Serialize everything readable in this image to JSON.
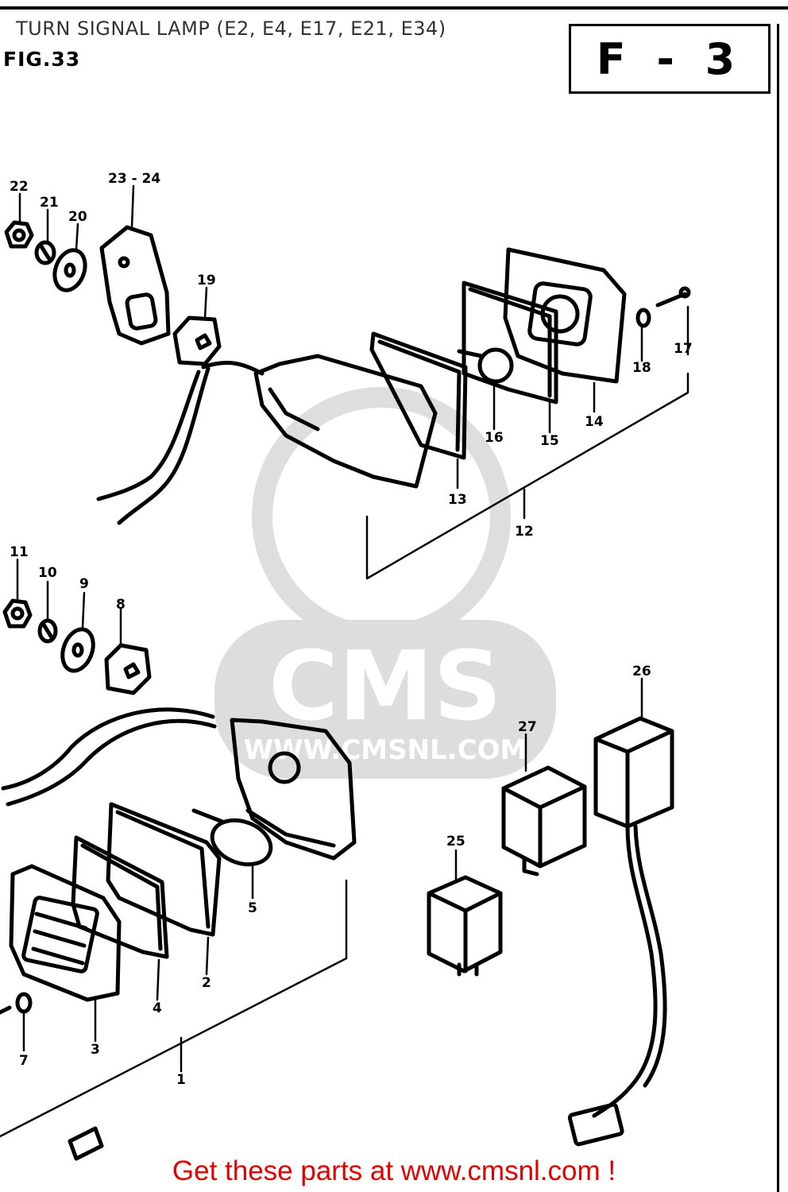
{
  "header": {
    "title": "TURN SIGNAL LAMP (E2, E4, E17, E21, E34)",
    "figure": "FIG.33",
    "section_code": "F - 3"
  },
  "watermark": {
    "text": "CMS",
    "url": "WWW.CMSNL.COM"
  },
  "callouts": [
    {
      "id": "22",
      "label": "22"
    },
    {
      "id": "21",
      "label": "21"
    },
    {
      "id": "20",
      "label": "20"
    },
    {
      "id": "23-24",
      "label": "23 - 24"
    },
    {
      "id": "19",
      "label": "19"
    },
    {
      "id": "17",
      "label": "17"
    },
    {
      "id": "18",
      "label": "18"
    },
    {
      "id": "14",
      "label": "14"
    },
    {
      "id": "15",
      "label": "15"
    },
    {
      "id": "16",
      "label": "16"
    },
    {
      "id": "13",
      "label": "13"
    },
    {
      "id": "12",
      "label": "12"
    },
    {
      "id": "11",
      "label": "11"
    },
    {
      "id": "10",
      "label": "10"
    },
    {
      "id": "9",
      "label": "9"
    },
    {
      "id": "8",
      "label": "8"
    },
    {
      "id": "26",
      "label": "26"
    },
    {
      "id": "27",
      "label": "27"
    },
    {
      "id": "25",
      "label": "25"
    },
    {
      "id": "5",
      "label": "5"
    },
    {
      "id": "2",
      "label": "2"
    },
    {
      "id": "4",
      "label": "4"
    },
    {
      "id": "3",
      "label": "3"
    },
    {
      "id": "7",
      "label": "7"
    },
    {
      "id": "1",
      "label": "1"
    }
  ],
  "footer": {
    "text": "Get these parts at www.cmsnl.com !"
  }
}
